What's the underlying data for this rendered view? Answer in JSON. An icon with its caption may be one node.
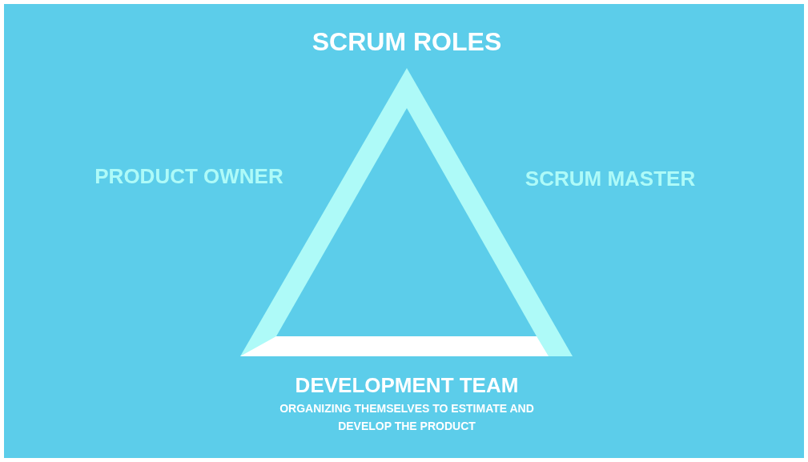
{
  "diagram": {
    "title": "SCRUM ROLES",
    "labels": [
      "PRODUCT OWNER",
      "SCRUM MASTER",
      "DEVELOPMENT TEAM",
      "ORGANIZING THEMSELVES TO ESTIMATE AND DEVELOP THE PRODUCT"
    ]
  }
}
